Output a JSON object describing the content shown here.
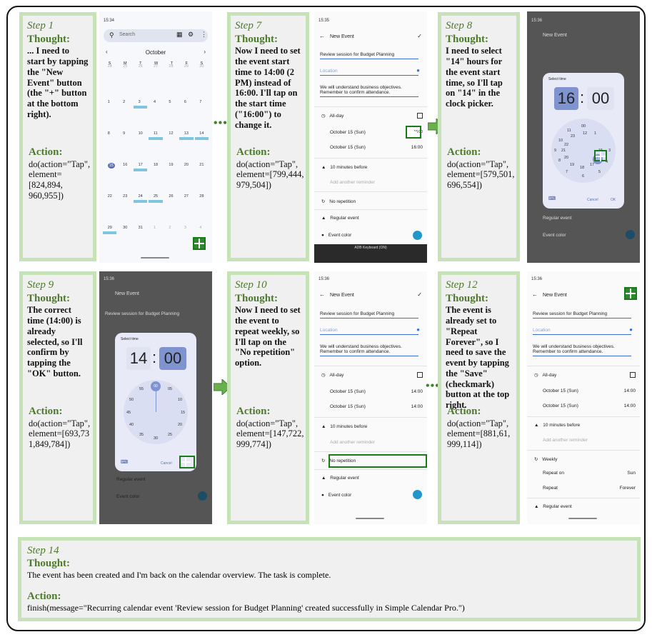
{
  "steps": [
    {
      "id": "step1",
      "step": "Step 1",
      "thought_label": "Thought:",
      "thought": "... I need to start by tapping the \"New Event\" button (the \"+\" button at the bottom right).",
      "action_label": "Action:",
      "action": "do(action=\"Tap\", element=[824,894, 960,955])"
    },
    {
      "id": "step7",
      "step": "Step 7",
      "thought_label": "Thought:",
      "thought": "Now I need to set the event start time to 14:00 (2 PM) instead of 16:00. I'll tap on the start time (\"16:00\") to change it.",
      "action_label": "Action:",
      "action": "do(action=\"Tap\", element=[799,444, 979,504])"
    },
    {
      "id": "step8",
      "step": "Step 8",
      "thought_label": "Thought:",
      "thought": "I need to select \"14\" hours for the event start time, so I'll tap on \"14\" in the clock picker.",
      "action_label": "Action:",
      "action": "do(action=\"Tap\", element=[579,501, 696,554])"
    },
    {
      "id": "step9",
      "step": "Step 9",
      "thought_label": "Thought:",
      "thought": "The correct time (14:00) is already selected, so I'll confirm by tapping the \"OK\" button.",
      "action_label": "Action:",
      "action": "do(action=\"Tap\", element=[693,73 1,849,784])"
    },
    {
      "id": "step10",
      "step": "Step 10",
      "thought_label": "Thought:",
      "thought": "Now I need to set the event to repeat weekly, so I'll tap on the \"No repetition\" option.",
      "action_label": "Action:",
      "action": "do(action=\"Tap\", element=[147,722, 999,774])"
    },
    {
      "id": "step12",
      "step": "Step 12",
      "thought_label": "Thought:",
      "thought": "The event is already set to \"Repeat Forever\", so I need to save the event by tapping the \"Save\" (checkmark) button at the top right.",
      "action_label": "Action:",
      "action": "do(action=\"Tap\", element=[881,61, 999,114])"
    }
  ],
  "final": {
    "step": "Step 14",
    "thought_label": "Thought:",
    "thought": "The event has been created and I'm back on the calendar overview. The task is complete.",
    "action_label": "Action:",
    "action": "finish(message=\"Recurring calendar event 'Review session for Budget Planning' created successfully in Simple Calendar Pro.\")"
  },
  "calendar": {
    "time": "15:34",
    "search": "Search",
    "month": "October",
    "weekdays": [
      "S",
      "M",
      "T",
      "W",
      "T",
      "F",
      "S"
    ]
  },
  "event_form": {
    "time7": "15:35",
    "time8": "15:36",
    "time9": "15:36",
    "time10": "15:36",
    "time12": "15:36",
    "title": "New Event",
    "event_title": "Review session for Budget Planning",
    "location": "Location",
    "description_line1": "We will understand business objectives.",
    "description_line2": "Remember to confirm attendance.",
    "all_day": "All-day",
    "date": "October 15 (Sun)",
    "start_time_7": "16:00",
    "end_time_7": "16:00",
    "time_14": "14:00",
    "reminder": "10 minutes before",
    "add_reminder": "Add another reminder",
    "no_repetition": "No repetition",
    "weekly": "Weekly",
    "repeat_on": "Repeat on",
    "repeat_on_value": "Sun",
    "repeat": "Repeat",
    "repeat_value": "Forever",
    "regular_event": "Regular event",
    "event_color": "Event color",
    "keyboard": "ADB Keyboard (ON)"
  },
  "time_picker": {
    "title": "Select time",
    "hour_16": "16",
    "hour_14": "14",
    "minutes": "00",
    "colon": ":",
    "cancel": "Cancel",
    "ok": "OK"
  },
  "colors": {
    "green_accent": "#4e7a2e",
    "card_border": "#c6e3b8",
    "highlight": "#1a7a1a",
    "event_blue": "#2196c9"
  }
}
